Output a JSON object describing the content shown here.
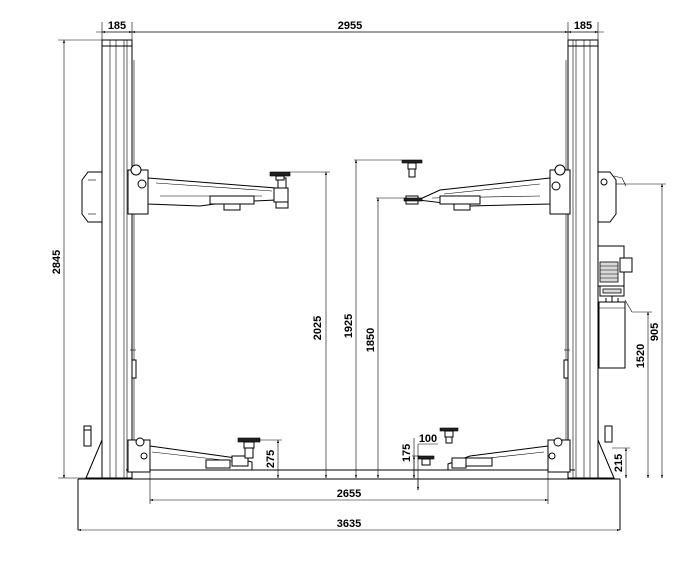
{
  "dimensions": {
    "column_width_left": "185",
    "inner_span": "2955",
    "column_width_right": "185",
    "overall_height": "2845",
    "max_lift_height": "2025",
    "max_pad_height_high": "1925",
    "max_pad_height_low": "1850",
    "power_unit_height": "905",
    "power_unit_mount": "1520",
    "min_pad_height": "175",
    "adapter_height": "100",
    "pad_height_left": "275",
    "base_height": "215",
    "drive_through_width": "2655",
    "overall_width": "3635"
  }
}
